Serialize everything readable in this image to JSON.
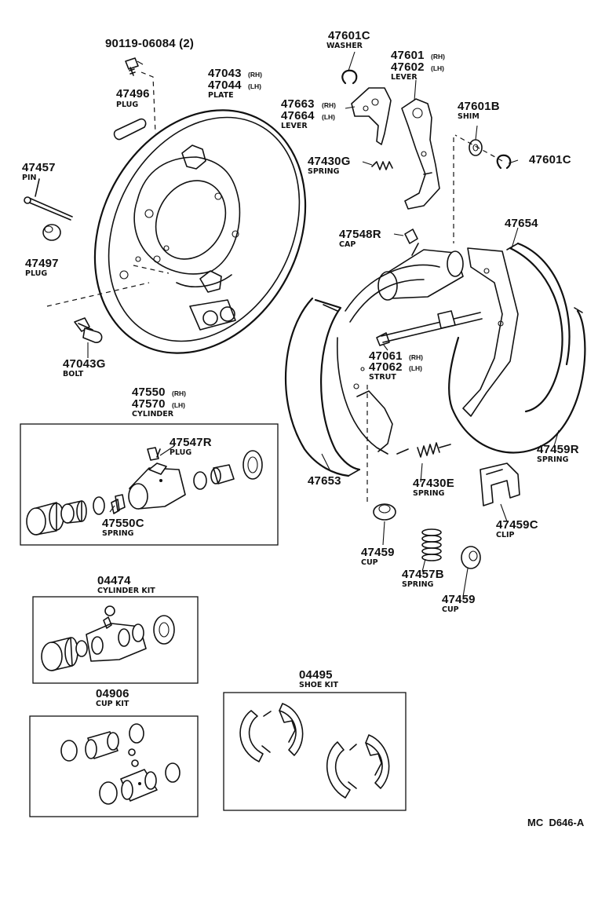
{
  "parts": {
    "bolt_90119": "90119-06084 (2)",
    "p47496": "47496",
    "p47496_name": "PLUG",
    "p47043": "47043",
    "p47043_rh": "(RH)",
    "p47044": "47044",
    "p47044_lh": "(LH)",
    "plate_name": "PLATE",
    "p47457": "47457",
    "p47457_name": "PIN",
    "p47497": "47497",
    "p47497_name": "PLUG",
    "p47043g": "47043G",
    "p47043g_name": "BOLT",
    "p47601c_top": "47601C",
    "p47601c_top_name": "WASHER",
    "p47601": "47601",
    "p47601_rh": "(RH)",
    "p47602": "47602",
    "p47602_lh": "(LH)",
    "p47601_name": "LEVER",
    "p47663": "47663",
    "p47663_rh": "(RH)",
    "p47664": "47664",
    "p47664_lh": "(LH)",
    "p47663_name": "LEVER",
    "p47601b": "47601B",
    "p47601b_name": "SHIM",
    "p47601c_right": "47601C",
    "p47430g": "47430G",
    "p47430g_name": "SPRING",
    "p47548r": "47548R",
    "p47548r_name": "CAP",
    "p47654": "47654",
    "p47061": "47061",
    "p47061_rh": "(RH)",
    "p47062": "47062",
    "p47062_lh": "(LH)",
    "p47061_name": "STRUT",
    "p47550": "47550",
    "p47550_rh": "(RH)",
    "p47570": "47570",
    "p47570_lh": "(LH)",
    "p47550_name": "CYLINDER",
    "p47547r": "47547R",
    "p47547r_name": "PLUG",
    "p47550c": "47550C",
    "p47550c_name": "SPRING",
    "p47653": "47653",
    "p47430e": "47430E",
    "p47430e_name": "SPRING",
    "p47459r": "47459R",
    "p47459r_name": "SPRING",
    "p47459c": "47459C",
    "p47459c_name": "CLIP",
    "p47459_a": "47459",
    "p47459_a_name": "CUP",
    "p47457b": "47457B",
    "p47457b_name": "SPRING",
    "p47459_b": "47459",
    "p47459_b_name": "CUP",
    "p04474": "04474",
    "p04474_name": "CYLINDER KIT",
    "p04906": "04906",
    "p04906_name": "CUP KIT",
    "p04495": "04495",
    "p04495_name": "SHOE KIT"
  },
  "diagram_code": "MC  D646-A"
}
